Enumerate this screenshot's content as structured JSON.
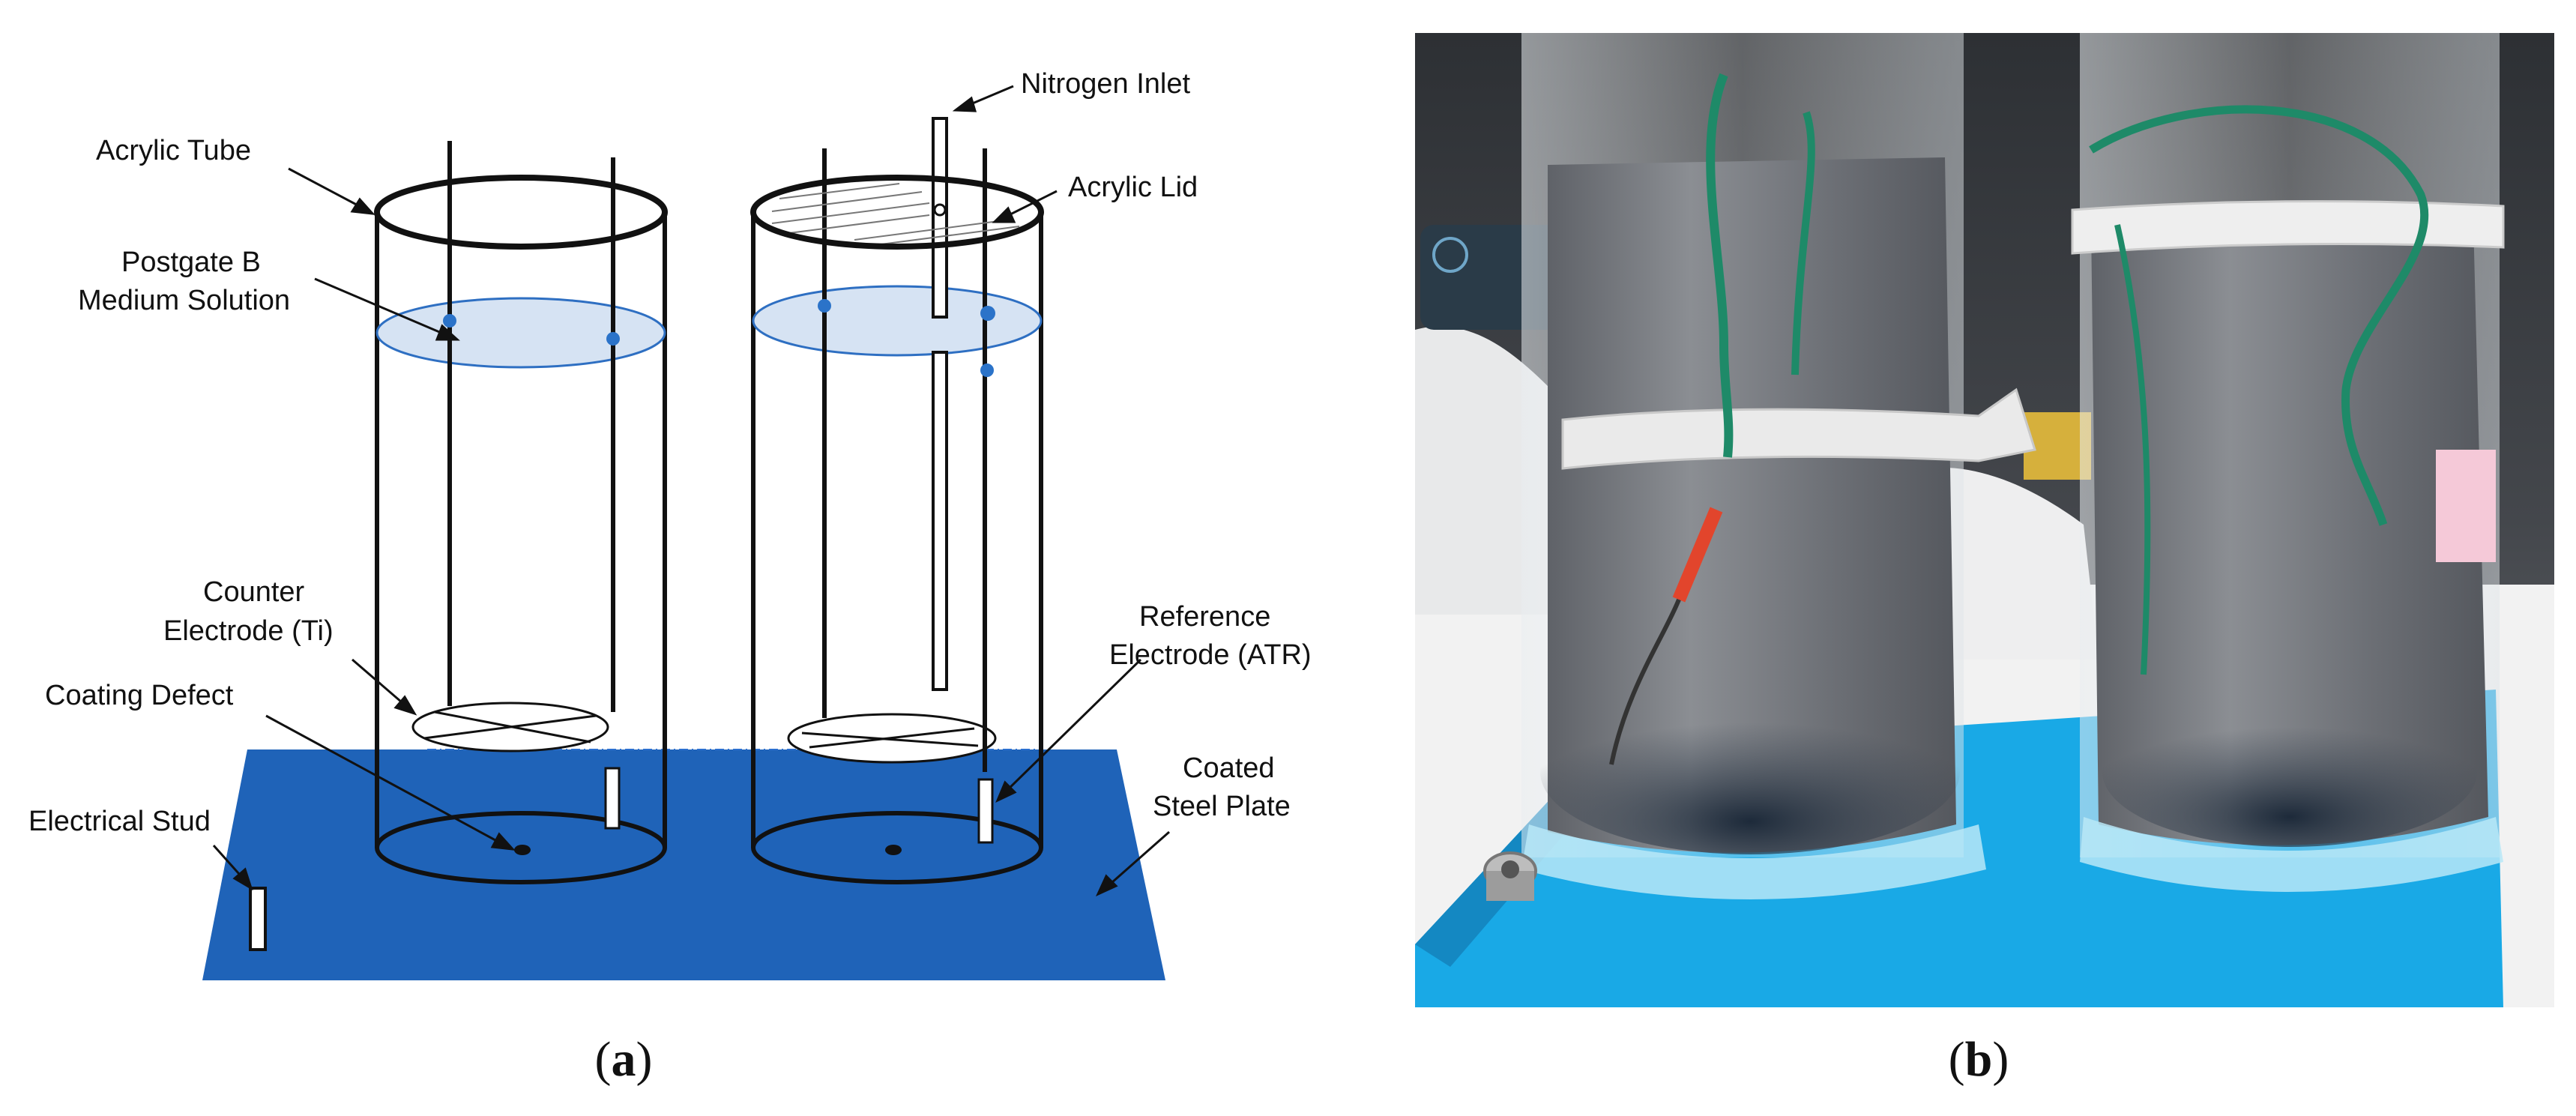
{
  "labels": {
    "acrylic_tube": "Acrylic Tube",
    "postgate_line1": "Postgate B",
    "postgate_line2": "Medium Solution",
    "counter_line1": "Counter",
    "counter_line2": "Electrode (Ti)",
    "coating_defect": "Coating Defect",
    "electrical_stud": "Electrical Stud",
    "nitrogen_inlet": "Nitrogen Inlet",
    "acrylic_lid": "Acrylic Lid",
    "reference_line1": "Reference",
    "reference_line2": "Electrode (ATR)",
    "coated_line1": "Coated",
    "coated_line2": "Steel Plate"
  },
  "panels": {
    "a": {
      "open": "(",
      "letter": "a",
      "close": ")"
    },
    "b": {
      "open": "(",
      "letter": "b",
      "close": ")"
    }
  },
  "colors": {
    "plate_blue": "#1f63b8",
    "solution_fill": "#d6e3f3",
    "solution_stroke": "#2e6fc2",
    "electrode_dot": "#2b73c9",
    "outline": "#111111",
    "photo_plate": "#19a9e6",
    "photo_liquid": "#6f7278",
    "wire_green": "#1e8a68",
    "wire_red": "#e2452c"
  }
}
